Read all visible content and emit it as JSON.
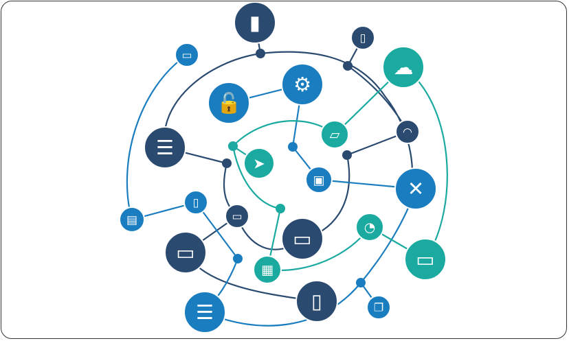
{
  "colors": {
    "navy": "#2b4a6f",
    "blue": "#1a7dc0",
    "teal": "#1aaaa0",
    "frame": "#333333"
  },
  "nodes": [
    {
      "icon": "bar-chart-icon",
      "color": "navy"
    },
    {
      "icon": "sd-card-icon",
      "color": "navy"
    },
    {
      "icon": "credit-card-icon",
      "color": "blue"
    },
    {
      "icon": "cloud-icon",
      "color": "teal"
    },
    {
      "icon": "gear-icon",
      "color": "blue"
    },
    {
      "icon": "unlock-icon",
      "color": "blue"
    },
    {
      "icon": "folder-icon",
      "color": "teal"
    },
    {
      "icon": "wifi-icon",
      "color": "navy"
    },
    {
      "icon": "database-cloud-icon",
      "color": "navy"
    },
    {
      "icon": "cursor-icon",
      "color": "teal"
    },
    {
      "icon": "chip-icon",
      "color": "blue"
    },
    {
      "icon": "tools-icon",
      "color": "blue"
    },
    {
      "icon": "usb-drive-icon",
      "color": "blue"
    },
    {
      "icon": "document-icon",
      "color": "blue"
    },
    {
      "icon": "battery-icon",
      "color": "navy"
    },
    {
      "icon": "tablet-icon",
      "color": "navy"
    },
    {
      "icon": "gauge-icon",
      "color": "teal"
    },
    {
      "icon": "laptop-icon",
      "color": "navy"
    },
    {
      "icon": "desktop-icon",
      "color": "teal"
    },
    {
      "icon": "keyboard-icon",
      "color": "teal"
    },
    {
      "icon": "smartphone-icon",
      "color": "navy"
    },
    {
      "icon": "server-icon",
      "color": "blue"
    },
    {
      "icon": "windows-icon",
      "color": "blue"
    }
  ]
}
